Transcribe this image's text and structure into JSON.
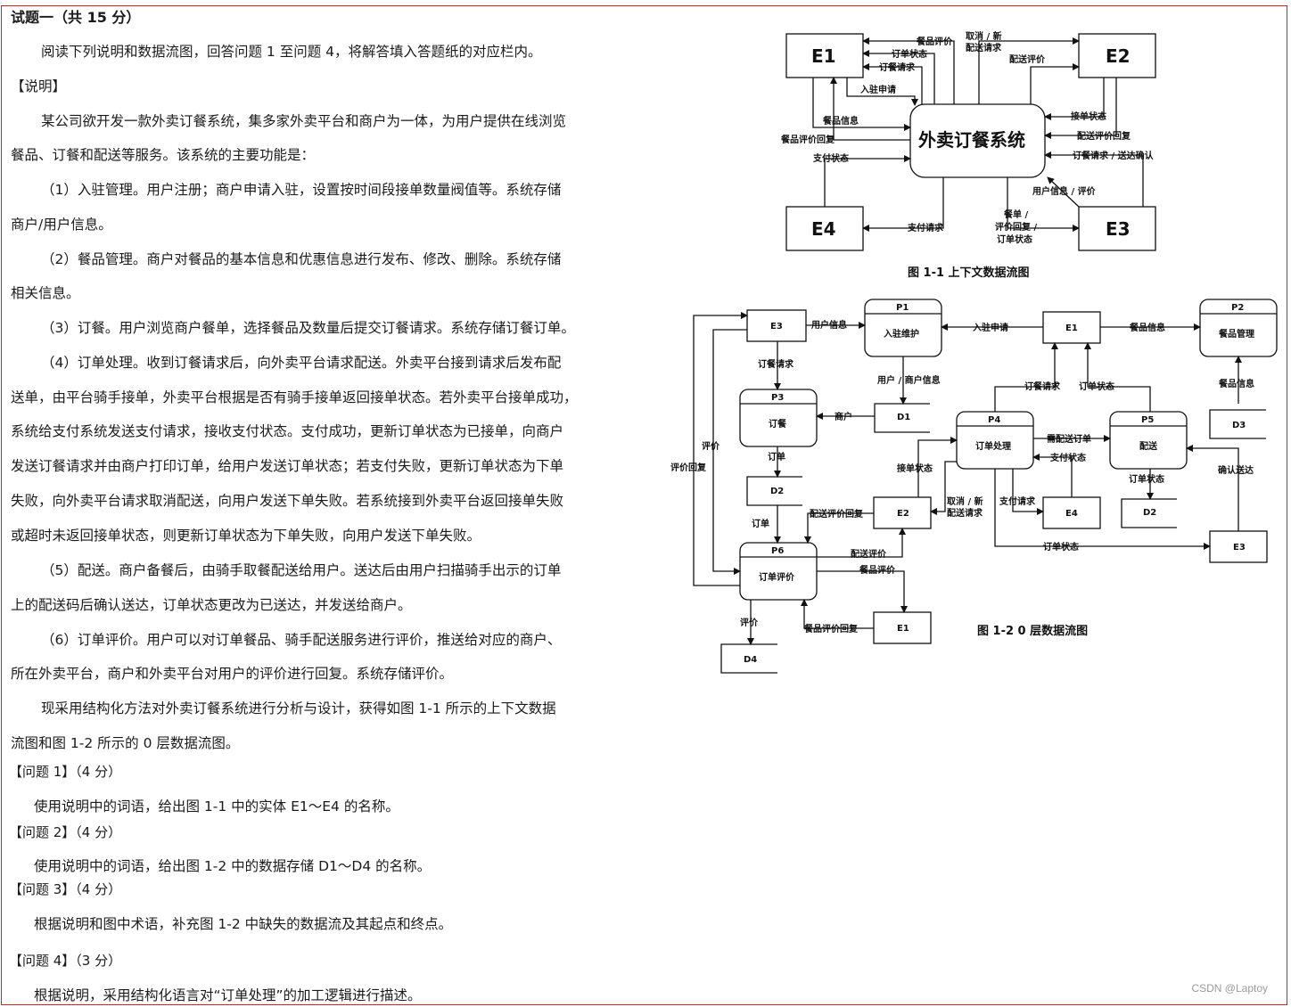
{
  "text": {
    "title": "试题一（共 15 分）",
    "intro": "阅读下列说明和数据流图，回答问题 1 至问题 4，将解答填入答题纸的对应栏内。",
    "desc_head": "【说明】",
    "p0a": "某公司欲开发一款外卖订餐系统，集多家外卖平台和商户为一体，为用户提供在线浏览",
    "p0b": "餐品、订餐和配送等服务。该系统的主要功能是：",
    "f1a": "（1）入驻管理。用户注册；商户申请入驻，设置按时间段接单数量阀值等。系统存储",
    "f1b": "商户/用户信息。",
    "f2a": "（2）餐品管理。商户对餐品的基本信息和优惠信息进行发布、修改、删除。系统存储",
    "f2b": "相关信息。",
    "f3": "（3）订餐。用户浏览商户餐单，选择餐品及数量后提交订餐请求。系统存储订餐订单。",
    "f4a": "（4）订单处理。收到订餐请求后，向外卖平台请求配送。外卖平台接到请求后发布配",
    "f4b": "送单，由平台骑手接单，外卖平台根据是否有骑手接单返回接单状态。若外卖平台接单成功，",
    "f4c": "系统给支付系统发送支付请求，接收支付状态。支付成功，更新订单状态为已接单，向商户",
    "f4d": "发送订餐请求并由商户打印订单，给用户发送订单状态；若支付失败，更新订单状态为下单",
    "f4e": "失败，向外卖平台请求取消配送，向用户发送下单失败。若系统接到外卖平台返回接单失败",
    "f4f": "或超时未返回接单状态，则更新订单状态为下单失败，向用户发送下单失败。",
    "f5a": "（5）配送。商户备餐后，由骑手取餐配送给用户。送达后由用户扫描骑手出示的订单",
    "f5b": "上的配送码后确认送达，订单状态更改为已送达，并发送给商户。",
    "f6a": "（6）订单评价。用户可以对订单餐品、骑手配送服务进行评价，推送给对应的商户、",
    "f6b": "所在外卖平台，商户和外卖平台对用户的评价进行回复。系统存储评价。",
    "m1": "现采用结构化方法对外卖订餐系统进行分析与设计，获得如图 1-1 所示的上下文数据",
    "m2": "流图和图 1-2 所示的 0 层数据流图。",
    "q1h": "【问题 1】（4 分）",
    "q1": "使用说明中的词语，给出图 1-1 中的实体 E1～E4 的名称。",
    "q2h": "【问题 2】（4 分）",
    "q2": "使用说明中的词语，给出图 1-2 中的数据存储 D1～D4 的名称。",
    "q3h": "【问题 3】（4 分）",
    "q3": "根据说明和图中术语，补充图 1-2 中缺失的数据流及其起点和终点。",
    "q4h": "【问题 4】（3 分）",
    "q4": "根据说明，采用结构化语言对“订单处理”的加工逻辑进行描述。"
  },
  "fig1": {
    "caption": "图 1-1  上下文数据流图",
    "system": "外卖订餐系统",
    "e1": "E1",
    "e2": "E2",
    "e3": "E3",
    "e4": "E4",
    "f_meal_eval": "餐品评价",
    "f_order_status": "订单状态",
    "f_order_req": "订餐请求",
    "f_cancel1": "取消 / 新",
    "f_cancel2": "配送请求",
    "f_delivery_eval": "配送评价",
    "f_join": "入驻申请",
    "f_meal_info": "餐品信息",
    "f_eval_reply": "餐品评价回复",
    "f_pay_status": "支付状态",
    "f_accept_status": "接单状态",
    "f_delivery_reply": "配送评价回复",
    "f_order_confirm": "订餐请求 / 送达确认",
    "f_user_info": "用户信息 / 评价",
    "f_pay_req": "支付请求",
    "f_menu1": "餐单 /",
    "f_menu2": "评价回复 /",
    "f_menu3": "订单状态"
  },
  "fig2": {
    "caption": "图 1-2  0 层数据流图",
    "p1_id": "P1",
    "p1_name": "入驻维护",
    "p2_id": "P2",
    "p2_name": "餐品管理",
    "p3_id": "P3",
    "p3_name": "订餐",
    "p4_id": "P4",
    "p4_name": "订单处理",
    "p5_id": "P5",
    "p5_name": "配送",
    "p6_id": "P6",
    "p6_name": "订单评价",
    "e1": "E1",
    "e2": "E2",
    "e3": "E3",
    "e4": "E4",
    "d1": "D1",
    "d2": "D2",
    "d3": "D3",
    "d4": "D4",
    "f_user_info": "用户信息",
    "f_join": "入驻申请",
    "f_meal_info": "餐品信息",
    "f_order_req": "订餐请求",
    "f_user_merchant": "用户 / 商户信息",
    "f_merchant": "商户",
    "f_order_req2": "订餐请求",
    "f_order_status": "订单状态",
    "f_need_delivery": "需配送订单",
    "f_pay_status": "支付状态",
    "f_evaluate": "评价",
    "f_eval_reply": "评价回复",
    "f_order": "订单",
    "f_accept": "接单状态",
    "f_order2": "订单",
    "f_delivery_reply": "配送评价回复",
    "f_cancel1": "取消 / 新",
    "f_cancel2": "配送请求",
    "f_pay_req": "支付请求",
    "f_order_status2": "订单状态",
    "f_confirm": "确认送达",
    "f_meal_info2": "餐品信息",
    "f_order_status3": "订单状态",
    "f_delivery_eval": "配送评价",
    "f_meal_eval": "餐品评价",
    "f_evaluate2": "评价",
    "f_meal_eval_reply": "餐品评价回复"
  },
  "watermark": "CSDN @Laptoy"
}
